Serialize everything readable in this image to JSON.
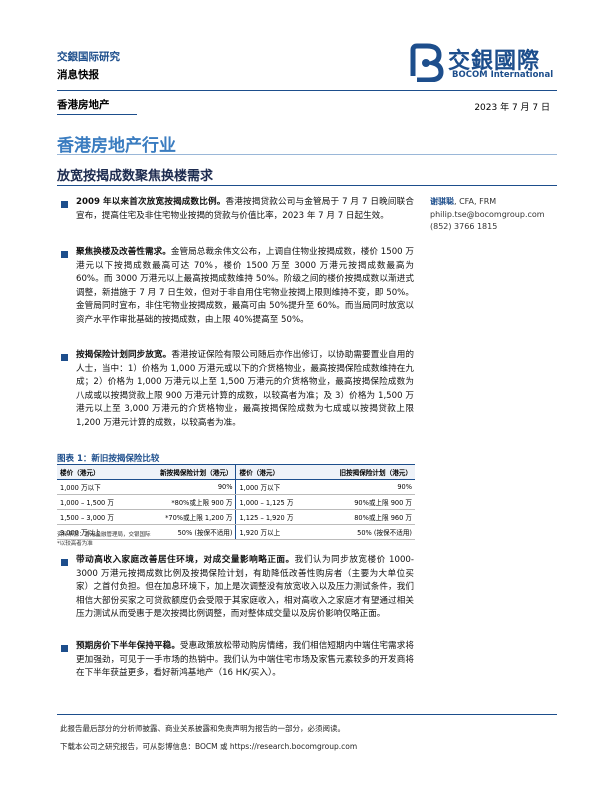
{
  "header": {
    "firm": "交銀国际研究",
    "doc_type": "消息快报",
    "logo_cn": "交銀國際",
    "logo_en": "BOCOM International"
  },
  "sector_tag": "香港房地产",
  "date": "2023 年 7 月 7 日",
  "title": "香港房地产行业",
  "subtitle": "放宽按揭成数聚焦换楼需求",
  "analyst": {
    "name": "谢骐聪",
    "credentials": ", CFA, FRM",
    "email": "philip.tse@bocomgroup.com",
    "phone": "(852) 3766 1815"
  },
  "paragraphs": [
    {
      "lead": "2009 年以来首次放宽按揭成数比例。",
      "text": "香港按揭贷款公司与金管局于 7 月 7 日晚间联合宣布，提高住宅及非住宅物业按揭的贷款与价值比率，2023 年 7 月 7 日起生效。"
    },
    {
      "lead": "聚焦换楼及改善性需求。",
      "text": "金管局总裁余伟文公布，上调自住物业按揭成数，楼价 1500 万港元以下按揭成数最高可达 70%，楼价 1500 万至 3000 万港元按揭成数最高为 60%。而 3000 万港元以上最高按揭成数维持 50%。阶级之间的楼价按揭成数以渐进式调整，新措施于 7 月 7 日生效，但对于非自用住宅物业按揭上限则维持不变，即 50%。金管局同时宣布，非住宅物业按揭成数，最高可由 50%提升至 60%。而当局同时放宽以资产水平作审批基础的按揭成数，由上限 40%提高至 50%。"
    },
    {
      "lead": "按揭保险计划同步放宽。",
      "text": "香港按证保险有限公司随后亦作出修订，以协助需要置业自用的人士，当中：1）价格为 1,000 万港元或以下的介货格物业，最高按揭保险成数维持在九成；2）价格为 1,000 万港元以上至 1,500 万港元的介货格物业，最高按揭保险成数为八成或以按揭贷款上限 900 万港元计算的成数，以较高者为准；及 3）价格为 1,500 万港元以上至 3,000 万港元的介货格物业，最高按揭保险成数为七成或以按揭贷款上限 1,200 万港元计算的成数，以较高者为准。"
    },
    {
      "lead": "带动高收入家庭改善居住环境，对成交量影响略正面。",
      "text": "我们认为同步放宽楼价 1000-3000 万港元按揭成数比例及按揭保险计划，有助降低改善性购房者（主要为大单位买家）之首付负担。但在加息环境下，加上是次调整没有放宽收入以及压力测试条件，我们相信大部份买家之可贷款额度仍会受限于其家庭收入，相对高收入之家庭才有望通过相关压力测试从而受惠于是次按揭比例调整，而对整体成交量以及房价影响仅略正面。"
    },
    {
      "lead": "预期房价下半年保持平稳。",
      "text": "受惠政策放松带动购房情绪，我们相信短期内中端住宅需求将更加强劲，可见于一手市场的热销中。我们认为中端住宅市场及家售元素较多的开发商将在下半年获益更多，看好新鸿基地产（16 HK/买入）。"
    }
  ],
  "figure": {
    "title": "图表 1：新旧按揭保险比较",
    "headers": [
      "楼价（港元）",
      "新按揭保险计划（港元）",
      "楼价（港元）",
      "旧按揭保险计划（港元）"
    ],
    "rows": [
      [
        "1,000 万以下",
        "90%",
        "1,000 万以下",
        "90%"
      ],
      [
        "1,000 – 1,500 万",
        "*80%或上限 900 万",
        "1,000 – 1,125 万",
        "90%或上限 900 万"
      ],
      [
        "1,500 – 3,000 万",
        "*70%或上限 1,200 万",
        "1,125 – 1,920 万",
        "80%或上限 960 万"
      ],
      [
        "3,000 万以上",
        "50% (按保不适用)",
        "1,920 万以上",
        "50% (按保不适用)"
      ]
    ],
    "source": "资料来源：香港金融管理局，交银国际",
    "note": "*以较高者为准"
  },
  "footer": {
    "line1": "此报告最后部分的分析师披露、商业关系披露和免责声明为报告的一部分，必须阅读。",
    "line2": "下载本公司之研究报告，可从彭博信息：BOCM 或 https://research.bocomgroup.com"
  }
}
